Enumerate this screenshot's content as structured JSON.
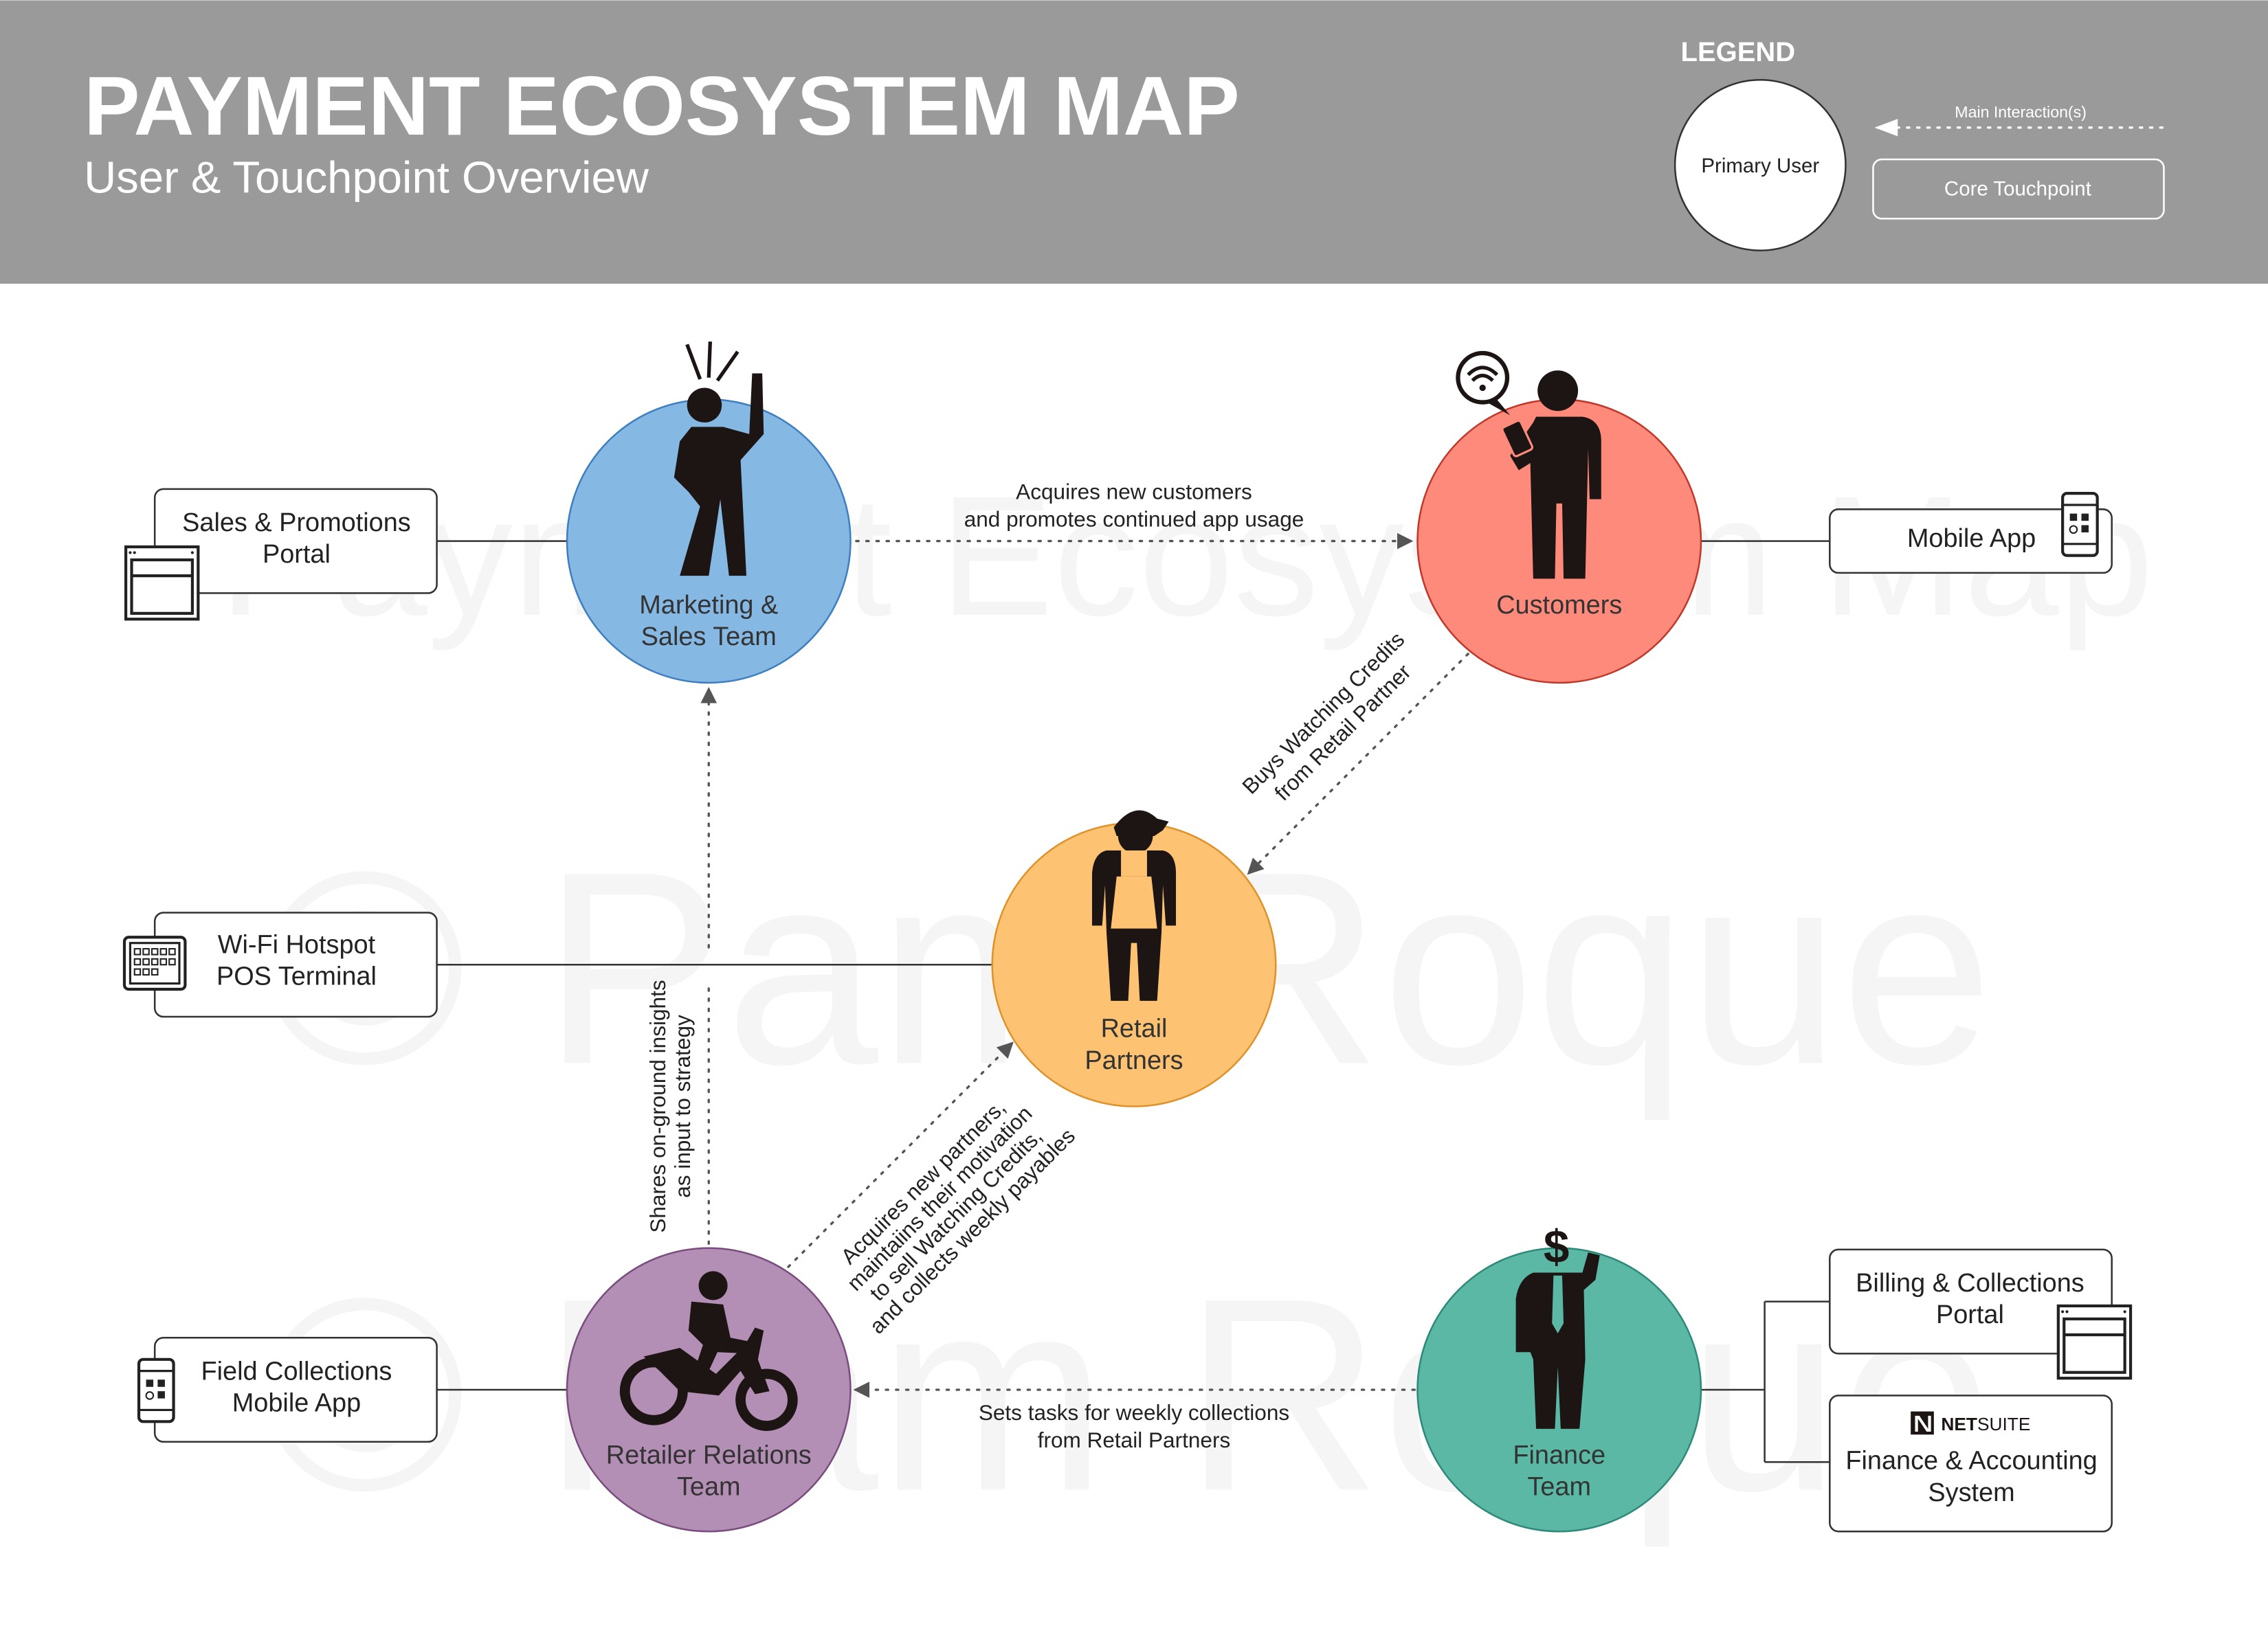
{
  "header": {
    "title": "PAYMENT ECOSYSTEM MAP",
    "subtitle": "User & Touchpoint Overview"
  },
  "legend": {
    "title": "LEGEND",
    "primary_user": "Primary User",
    "main_interaction": "Main Interaction(s)",
    "core_touchpoint": "Core Touchpoint"
  },
  "watermarks": [
    "Payment Ecosystem Map",
    "© Pam Roque",
    "© Pam Roque"
  ],
  "users": {
    "marketing": {
      "line1": "Marketing &",
      "line2": "Sales Team",
      "color": "#85b8e3"
    },
    "customers": {
      "line1": "Customers",
      "color": "#fe8a7c"
    },
    "retail": {
      "line1": "Retail",
      "line2": "Partners",
      "color": "#fdc372"
    },
    "retailer_relations": {
      "line1": "Retailer Relations",
      "line2": "Team",
      "color": "#b48fb5"
    },
    "finance": {
      "line1": "Finance",
      "line2": "Team",
      "color": "#5ab8a5"
    }
  },
  "touchpoints": {
    "sales_portal": {
      "line1": "Sales & Promotions",
      "line2": "Portal"
    },
    "mobile_app": {
      "line1": "Mobile App"
    },
    "wifi_pos": {
      "line1": "Wi-Fi Hotspot",
      "line2": "POS Terminal"
    },
    "field_app": {
      "line1": "Field Collections",
      "line2": "Mobile App"
    },
    "billing_portal": {
      "line1": "Billing & Collections",
      "line2": "Portal"
    },
    "finance_system": {
      "brand_bold": "NET",
      "brand_light": "SUITE",
      "line1": "Finance & Accounting",
      "line2": "System"
    }
  },
  "interactions": {
    "marketing_customers": [
      "Acquires new customers",
      "and promotes continued app usage"
    ],
    "customers_retail": [
      "Buys Watching Credits",
      "from Retail Partner"
    ],
    "relations_marketing": [
      "Shares on-ground insights",
      "as input to strategy"
    ],
    "relations_retail": [
      "Acquires new partners,",
      "maintaiins their motivation",
      "to sell Watching Credits,",
      "and collects weekly payables"
    ],
    "finance_relations": [
      "Sets tasks for weekly collections",
      "from Retail Partners"
    ]
  }
}
